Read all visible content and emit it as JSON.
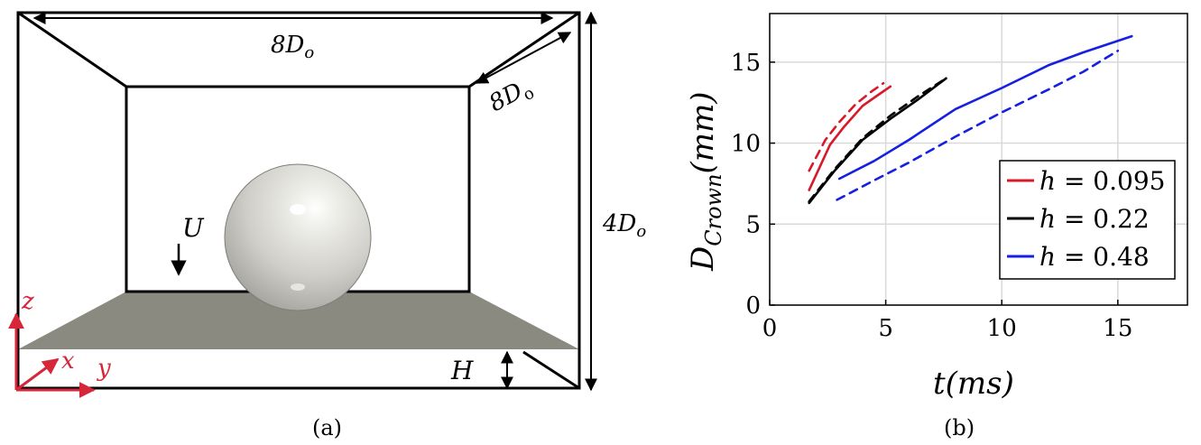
{
  "panel_a": {
    "caption": "(a)",
    "label_width_top": "8D",
    "label_width_top_sub": "o",
    "label_depth": "8D",
    "label_depth_sub": "o",
    "label_height": "4D",
    "label_height_sub": "o",
    "label_velocity": "U",
    "label_film": "H",
    "axis_z": "z",
    "axis_x": "x",
    "axis_y": "y",
    "colors": {
      "floor": "#8b8a80",
      "sphere": "#d9d8d2",
      "axes": "#d6263a"
    }
  },
  "panel_b": {
    "caption": "(b)",
    "ylabel_main": "D",
    "ylabel_sub": "Crown",
    "ylabel_unit": "(mm)",
    "xlabel": "t(ms)"
  },
  "chart_data": {
    "type": "line",
    "xlabel": "t(ms)",
    "ylabel": "D_Crown(mm)",
    "xlim": [
      0,
      18
    ],
    "ylim": [
      0,
      18
    ],
    "xticks": [
      0,
      5,
      10,
      15
    ],
    "yticks": [
      0,
      5,
      10,
      15
    ],
    "grid": true,
    "legend_position": "bottom-right",
    "series": [
      {
        "name": "h = 0.095",
        "legend_label": "h = 0.095",
        "color": "#d7192a",
        "style": "solid",
        "x": [
          1.7,
          2.6,
          3.2,
          4.0,
          4.6,
          5.2
        ],
        "y": [
          7.1,
          9.9,
          11.0,
          12.3,
          12.9,
          13.5
        ]
      },
      {
        "name": "",
        "color": "#d7192a",
        "style": "dashed",
        "x": [
          1.7,
          2.4,
          3.0,
          3.7,
          4.4,
          4.9
        ],
        "y": [
          8.3,
          10.2,
          11.3,
          12.4,
          13.2,
          13.7
        ]
      },
      {
        "name": "h = 0.22",
        "legend_label": "h = 0.22",
        "color": "#000000",
        "style": "solid",
        "x": [
          1.7,
          2.8,
          4.0,
          5.2,
          6.4,
          7.6
        ],
        "y": [
          6.3,
          8.3,
          10.2,
          11.5,
          12.7,
          14.0
        ]
      },
      {
        "name": "",
        "color": "#000000",
        "style": "dashed",
        "x": [
          1.7,
          2.8,
          4.0,
          5.2,
          6.4,
          7.6
        ],
        "y": [
          6.4,
          8.4,
          10.3,
          11.7,
          12.9,
          14.0
        ]
      },
      {
        "name": "h = 0.48",
        "legend_label": "h = 0.48",
        "color": "#1520e0",
        "style": "solid",
        "x": [
          3.0,
          4.5,
          6.0,
          8.0,
          10.0,
          12.0,
          13.5,
          15.6
        ],
        "y": [
          7.8,
          8.9,
          10.2,
          12.1,
          13.4,
          14.8,
          15.6,
          16.6
        ]
      },
      {
        "name": "",
        "color": "#1520e0",
        "style": "dashed",
        "x": [
          2.9,
          4.5,
          6.0,
          8.0,
          10.0,
          12.0,
          13.5,
          15.0
        ],
        "y": [
          6.5,
          7.7,
          8.8,
          10.4,
          11.9,
          13.3,
          14.4,
          15.7
        ]
      }
    ]
  }
}
